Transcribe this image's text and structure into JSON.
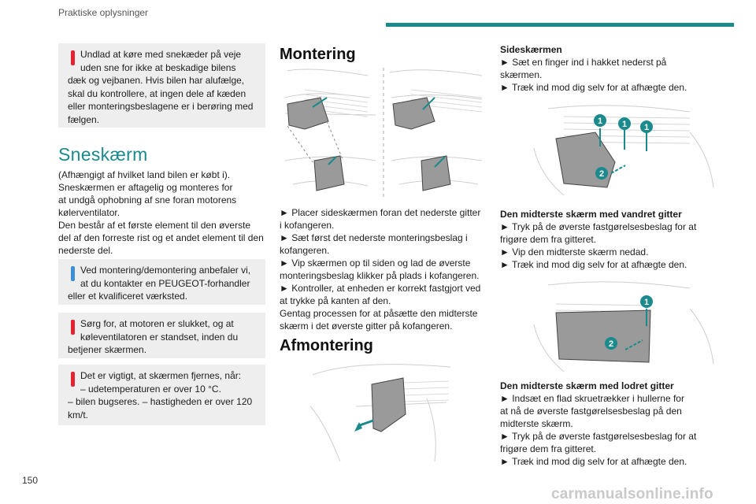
{
  "header": {
    "section": "Praktiske oplysninger"
  },
  "page": {
    "number": "150"
  },
  "watermark": "carmanualsonline.info",
  "left": {
    "warn_chains": [
      "Undlad at køre med snekæder på veje",
      "uden sne for ikke at beskadige bilens",
      "dæk og vejbanen. Hvis bilen har alufælge,",
      "skal du kontrollere, at ingen dele af kæden",
      "eller monteringsbeslagene er i berøring med",
      "fælgen."
    ],
    "title": "Sneskærm",
    "intro": [
      "(Afhængigt af hvilket land bilen er købt i).",
      "Sneskærmen er aftagelig og monteres for",
      "at undgå ophobning af sne foran motorens",
      "kølerventilator.",
      "Den består af et første element til den øverste",
      "del af den forreste rist og et andet element til den",
      "nederste del."
    ],
    "info_dealer": [
      "Ved montering/demontering anbefaler vi,",
      "at du kontakter en PEUGEOT-forhandler",
      "eller et kvalificeret værksted."
    ],
    "warn_engine": [
      "Sørg for, at motoren er slukket, og at",
      "køleventilatoren er standset, inden du",
      "betjener skærmen."
    ],
    "warn_remove": [
      "Det er vigtigt, at skærmen fjernes, når:",
      "–  udetemperaturen er over 10 °C.",
      "–  bilen bugseres.",
      "–  hastigheden er over 120 km/t."
    ]
  },
  "middle": {
    "mount_title": "Montering",
    "mount_text": [
      "►  Placer sideskærmen foran det nederste gitter",
      "i kofangeren.",
      "►  Sæt først det nederste monteringsbeslag i",
      "kofangeren.",
      "►  Vip skærmen op til siden og lad de øverste",
      "monteringsbeslag klikker på plads i kofangeren.",
      "►  Kontroller, at enheden er korrekt fastgjort ved",
      "at trykke på kanten af den.",
      "Gentag processen for at påsætte den midterste",
      "skærm i det øverste gitter på kofangeren."
    ],
    "dismount_title": "Afmontering"
  },
  "right": {
    "side_title": "Sideskærmen",
    "side_text": [
      "►  Sæt en finger ind i hakket nederst på",
      "skærmen.",
      "►  Træk ind mod dig selv for at afhægte den."
    ],
    "fig1_callouts": [
      "1",
      "1",
      "1",
      "2"
    ],
    "horiz_title": "Den midterste skærm med vandret gitter",
    "horiz_text": [
      "►  Tryk på de øverste fastgørelsesbeslag for at",
      "frigøre dem fra gitteret.",
      "►  Vip den midterste skærm nedad.",
      "►  Træk ind mod dig selv for at afhægte den."
    ],
    "fig2_callouts": [
      "1",
      "2"
    ],
    "vert_title": "Den midterste skærm med lodret gitter",
    "vert_text": [
      "►  Indsæt en flad skruetrækker i hullerne for",
      "at nå de øverste fastgørelsesbeslag på den",
      "midterste skærm.",
      "►  Tryk på de øverste fastgørelsesbeslag for at",
      "frigøre dem fra gitteret.",
      "►  Træk ind mod dig selv for at afhægte den."
    ]
  },
  "colors": {
    "accent": "#1a8a8d",
    "warning": "#e5222f",
    "info": "#3a8fd6",
    "box_bg": "#eeeeee"
  }
}
